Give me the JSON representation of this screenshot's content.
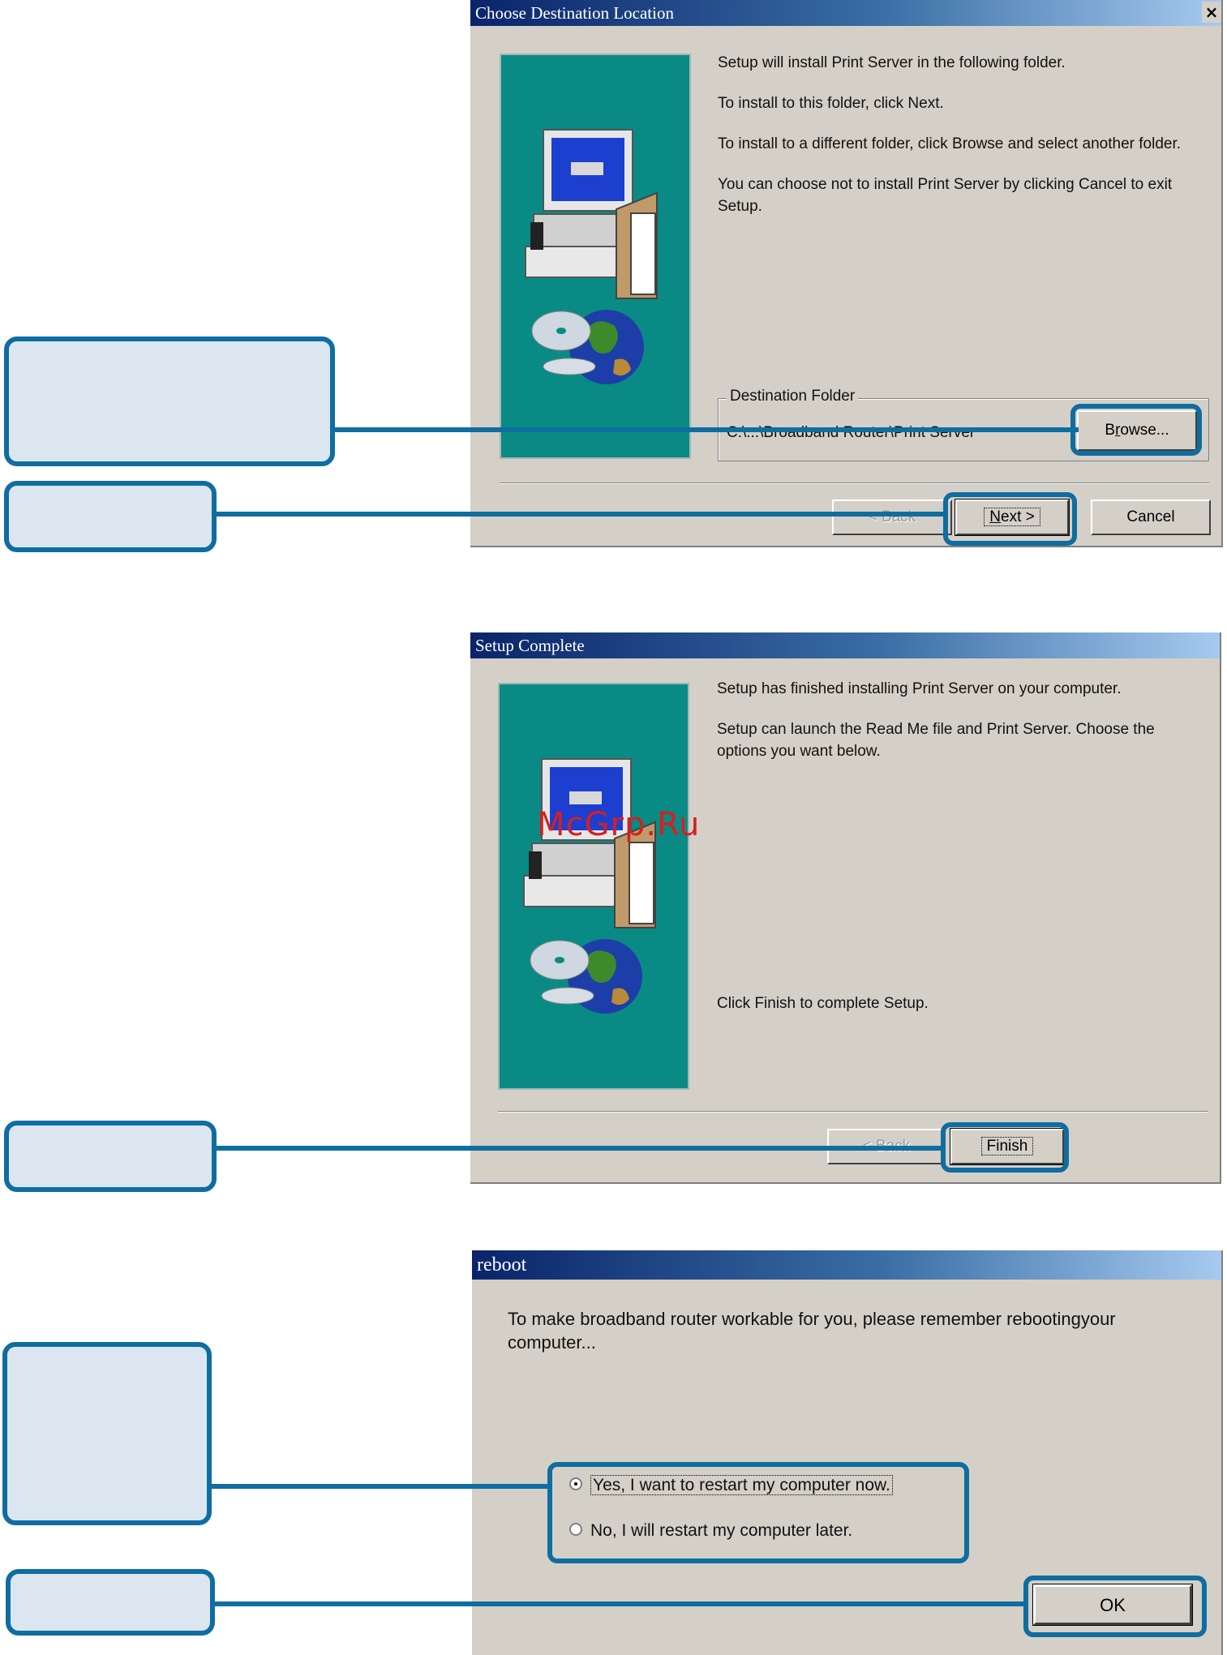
{
  "dialog1": {
    "title": "Choose Destination Location",
    "close_glyph": "×",
    "line1": "Setup will install Print Server in the following folder.",
    "line2": "To install to this folder, click Next.",
    "line3": "To install to a different folder, click Browse and select another folder.",
    "line4": "You can choose not to install Print Server by clicking Cancel to exit Setup.",
    "group_label": "Destination Folder",
    "folder_path": "C:\\...\\Broadband Router\\Print Server",
    "browse_pre": "B",
    "browse_u": "r",
    "browse_post": "owse...",
    "back_label": "< Back",
    "next_u": "N",
    "next_post": "ext >",
    "cancel_label": "Cancel"
  },
  "dialog2": {
    "title": "Setup Complete",
    "line1": "Setup has finished installing Print Server on your computer.",
    "line2": "Setup can launch the Read Me file and Print Server.  Choose the options you want below.",
    "line3": "Click Finish to complete Setup.",
    "back_label": "< Back",
    "finish_label": "Finish",
    "watermark": "McGrp.Ru"
  },
  "dialog3": {
    "title": "reboot",
    "message": "To make broadband router workable for you, please remember rebootingyour computer...",
    "option_yes": "Yes, I want to restart my computer now.",
    "option_no": "No, I will restart my computer later.",
    "ok_label": "OK"
  },
  "colors": {
    "callout_border": "#0f6da0",
    "callout_fill": "#dce6f1",
    "dialog_face": "#d4d0c8",
    "art_teal": "#0a8a84"
  }
}
